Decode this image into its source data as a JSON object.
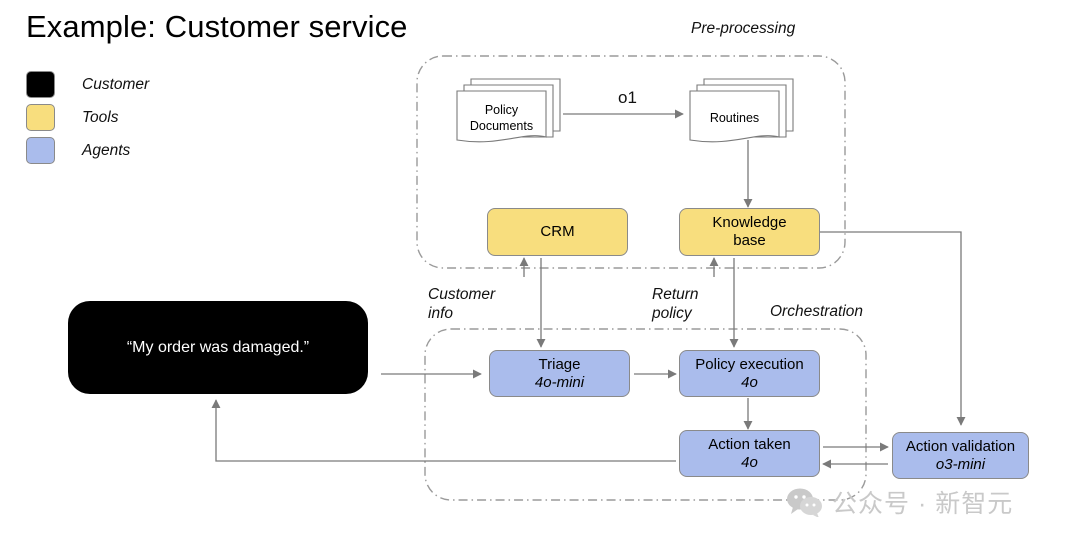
{
  "title": "Example: Customer service",
  "legend": {
    "items": [
      {
        "label": "Customer",
        "color": "#000000"
      },
      {
        "label": "Tools",
        "color": "#f8de7e"
      },
      {
        "label": "Agents",
        "color": "#aabcec"
      }
    ]
  },
  "sections": {
    "preprocessing": "Pre-processing",
    "orchestration": "Orchestration"
  },
  "customer": {
    "message": "“My order was damaged.”"
  },
  "documents": {
    "policy_line1": "Policy",
    "policy_line2": "Documents",
    "routines": "Routines"
  },
  "edges": {
    "o1": "o1",
    "customer_info_line1": "Customer",
    "customer_info_line2": "info",
    "return_policy_line1": "Return",
    "return_policy_line2": "policy"
  },
  "tools": [
    {
      "name": "CRM",
      "sub": ""
    },
    {
      "name": "Knowledge",
      "sub": "base"
    }
  ],
  "agents": [
    {
      "name": "Triage",
      "model": "4o-mini"
    },
    {
      "name": "Policy execution",
      "model": "4o"
    },
    {
      "name": "Action taken",
      "model": "4o"
    },
    {
      "name": "Action validation",
      "model": "o3-mini"
    }
  ],
  "watermark": {
    "text": "公众号 · 新智元"
  },
  "colors": {
    "tool": "#f8de7e",
    "agent": "#aabcec",
    "customer": "#000000",
    "stroke": "#6f6f6f",
    "container": "#9a9a9a"
  }
}
